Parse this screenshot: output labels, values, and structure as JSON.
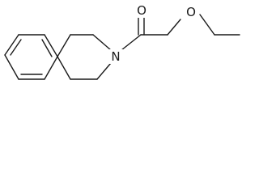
{
  "molecule": {
    "atoms": {
      "nitrogen": "N",
      "carbonyl_oxygen": "O",
      "ether_oxygen": "O"
    },
    "colors": {
      "bond": "#1a1a1a",
      "background": "#ffffff"
    }
  }
}
